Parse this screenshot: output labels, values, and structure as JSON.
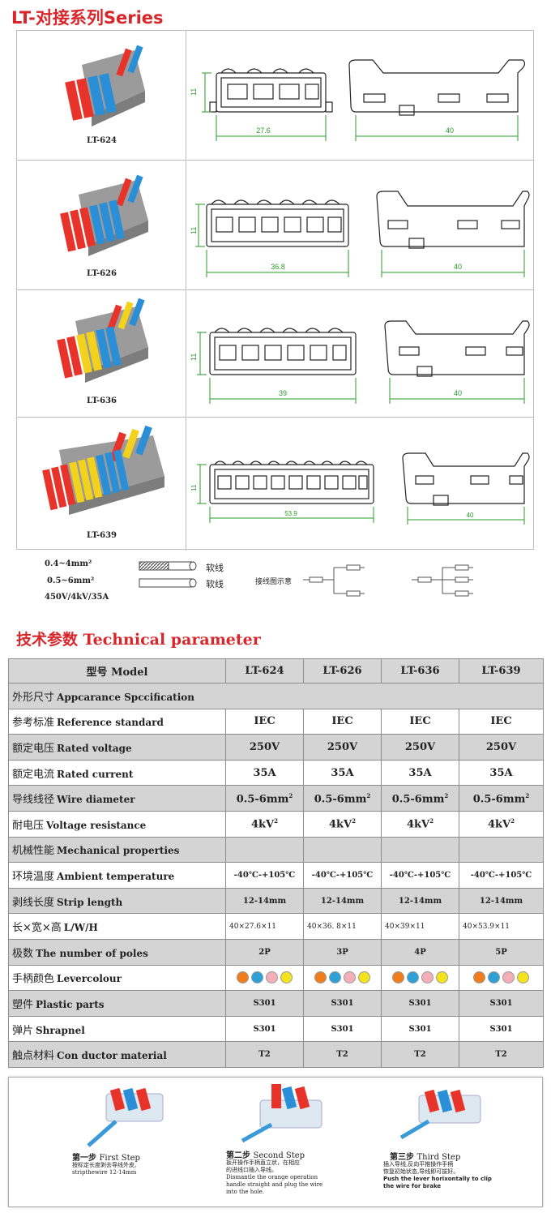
{
  "header": {
    "series_title": "LT-对接系列Series"
  },
  "products": [
    {
      "model": "LT-624",
      "dims": {
        "height": "11",
        "width": "27.6",
        "depth": "40"
      },
      "slots": 4
    },
    {
      "model": "LT-626",
      "dims": {
        "height": "11",
        "width": "36.8",
        "depth": "40"
      },
      "slots": 6
    },
    {
      "model": "LT-636",
      "dims": {
        "height": "11",
        "width": "39",
        "depth": "40"
      },
      "slots": 6
    },
    {
      "model": "LT-639",
      "dims": {
        "height": "11",
        "width": "53.9",
        "depth": "40"
      },
      "slots": 9
    }
  ],
  "wire_legend": {
    "range1": "0.4~4mm²",
    "range2": "0.5~6mm²",
    "rating": "450V/4kV/35A",
    "soft1": "软线",
    "soft2": "软线",
    "diagram_label": "接线图示意"
  },
  "tech": {
    "title": "技术参数 Technical parameter",
    "head": {
      "cn": "型号",
      "en": "Model",
      "models": [
        "LT-624",
        "LT-626",
        "LT-636",
        "LT-639"
      ]
    },
    "rows": [
      {
        "cn": "外形尺寸",
        "en": "Appcarance Spccification",
        "values": []
      },
      {
        "cn": "参考标准",
        "en": "Reference standard",
        "values": [
          "IEC",
          "IEC",
          "IEC",
          "IEC"
        ]
      },
      {
        "cn": "额定电压",
        "en": "Rated voltage",
        "values": [
          "250V",
          "250V",
          "250V",
          "250V"
        ]
      },
      {
        "cn": "额定电流",
        "en": "Rated current",
        "values": [
          "35A",
          "35A",
          "35A",
          "35A"
        ]
      },
      {
        "cn": "导线线径",
        "en": "Wire diameter",
        "values": [
          "0.5-6mm",
          "0.5-6mm",
          "0.5-6mm",
          "0.5-6mm"
        ]
      },
      {
        "cn": "耐电压",
        "en": "Voltage resistance",
        "values": [
          "4kV",
          "4kV",
          "4kV",
          "4kV"
        ]
      },
      {
        "cn": "机械性能",
        "en": "Mechanical properties",
        "values": []
      },
      {
        "cn": "环境温度",
        "en": "Ambient temperature",
        "values": [
          "-40℃-+105℃",
          "-40℃-+105℃",
          "-40℃-+105℃",
          "-40℃-+105℃"
        ]
      },
      {
        "cn": "剥线长度",
        "en": "Strip length",
        "values": [
          "12-14mm",
          "12-14mm",
          "12-14mm",
          "12-14mm"
        ]
      },
      {
        "cn": "长×宽×高",
        "en": "L/W/H",
        "values": [
          "40×27.6×11",
          "40×36. 8×11",
          "40×39×11",
          "40×53.9×11"
        ]
      },
      {
        "cn": "极数",
        "en": "The number of poles",
        "values": [
          "2P",
          "3P",
          "4P",
          "5P"
        ]
      },
      {
        "cn": "手柄颜色",
        "en": "Levercolour",
        "values": []
      },
      {
        "cn": "塑件",
        "en": "Plastic parts",
        "values": [
          "S301",
          "S301",
          "S301",
          "S301"
        ]
      },
      {
        "cn": "弹片",
        "en": "Shrapnel",
        "values": [
          "S301",
          "S301",
          "S301",
          "S301"
        ]
      },
      {
        "cn": "触点材料",
        "en": "Con ductor material",
        "values": [
          "T2",
          "T2",
          "T2",
          "T2"
        ]
      }
    ],
    "lever_colors": [
      [
        "#f07d1a",
        "#2ea0d8",
        "#f4aeb8",
        "#f4e21a"
      ],
      [
        "#f07d1a",
        "#2ea0d8",
        "#f4aeb8",
        "#f4e21a"
      ],
      [
        "#f07d1a",
        "#2ea0d8",
        "#f4aeb8",
        "#f4e21a"
      ],
      [
        "#f07d1a",
        "#2ea0d8",
        "#f4aeb8",
        "#f4e21a"
      ]
    ]
  },
  "steps": [
    {
      "cn": "第一步",
      "en": "First Step",
      "desc1": "按标定长度剥去导线外皮,",
      "desc2": "stripthewire 12-14mm",
      "desc3": "",
      "desc4": ""
    },
    {
      "cn": "第二步",
      "en": "Second Step",
      "desc1": "扳开操作手柄直立状，在相应",
      "desc2": "的进线口插入导线。",
      "desc3": "Dismantle the orange operation",
      "desc4": "handle straight and plug the wire",
      "desc5": "into the hole."
    },
    {
      "cn": "第三步",
      "en": "Third Step",
      "desc1": "插入导线,反向平推操作手柄",
      "desc2": "恢复初始状态,导线即可拔好。",
      "desc3": "Push the lever horixontally to clip",
      "desc4": "the wire for brake"
    }
  ],
  "colors": {
    "accent": "#d9262b",
    "red": "#e8332a",
    "blue": "#2a8fd6",
    "yellow": "#f2d21c",
    "gray": "#9a9a9a",
    "dim": "#2a9a2a"
  }
}
